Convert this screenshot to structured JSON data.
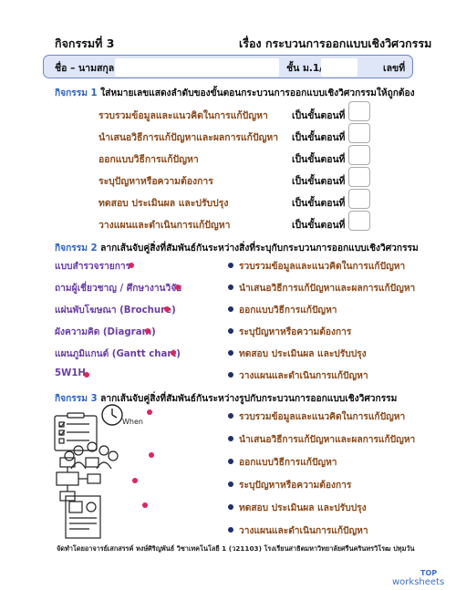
{
  "header": {
    "activity_no": "กิจกรรมที่ 3",
    "title": "เรื่อง กระบวนการออกแบบเชิงวิศวกรรม"
  },
  "name_bar": {
    "name_label": "ชื่อ – นามสกุล",
    "class_label": "ชั้น ม.1/",
    "number_label": "เลขที่"
  },
  "activity1": {
    "num": "กิจกรรม 1",
    "text": " ใส่หมายเลขแสดงลำดับของขั้นตอนกระบวนการออกแบบเชิงวิศวกรรมให้ถูกต้อง",
    "step_label": "เป็นขั้นตอนที่",
    "items": [
      "รวบรวมข้อมูลและแนวคิดในการแก้ปัญหา",
      "นำเสนอวิธีการแก้ปัญหาและผลการแก้ปัญหา",
      "ออกแบบวิธีการแก้ปัญหา",
      "ระบุปัญหาหรือความต้องการ",
      "ทดสอบ ประเมินผล และปรับปรุง",
      "วางแผนและดำเนินการแก้ปัญหา"
    ]
  },
  "activity2": {
    "num": "กิจกรรม 2",
    "text": " ลากเส้นจับคู่สิ่งที่สัมพันธ์กันระหว่างสิ่งที่ระบุกับกระบวนการออกแบบเชิงวิศวกรรม",
    "left": [
      "แบบสำรวจรายการ",
      "ถามผู้เชี่ยวชาญ / ศึกษางานวิจัย",
      "แผ่นพับโฆษณา (Brochure)",
      "ผังความคิด (Diagram)",
      "แผนภูมิแกนต์ (Gantt chart)",
      "5W1H"
    ],
    "right": [
      "รวบรวมข้อมูลและแนวคิดในการแก้ปัญหา",
      "นำเสนอวิธีการแก้ปัญหาและผลการแก้ปัญหา",
      "ออกแบบวิธีการแก้ปัญหา",
      "ระบุปัญหาหรือความต้องการ",
      "ทดสอบ ประเมินผล และปรับปรุง",
      "วางแผนและดำเนินการแก้ปัญหา"
    ]
  },
  "activity3": {
    "num": "กิจกรรม 3",
    "text": " ลากเส้นจับคู่สิ่งที่สัมพันธ์กันระหว่างรูปกับกระบวนการออกแบบเชิงวิศวกรรม",
    "clock_text": "When",
    "right": [
      "รวบรวมข้อมูลและแนวคิดในการแก้ปัญหา",
      "นำเสนอวิธีการแก้ปัญหาและผลการแก้ปัญหา",
      "ออกแบบวิธีการแก้ปัญหา",
      "ระบุปัญหาหรือความต้องการ",
      "ทดสอบ ประเมินผล และปรับปรุง",
      "วางแผนและดำเนินการแก้ปัญหา"
    ]
  },
  "footer": "จัดทำโดยอาจารย์เสกสรรค์ หงษ์ศิริญพันธ์    วิชาเทคโนโลยี 1 (ว21103)    โรงเรียนสาธิตมหาวิทยาลัยศรีนครินทรวิโรฒ ปทุมวัน",
  "logo": {
    "line1": "TOP",
    "line2": "worksheets"
  },
  "colors": {
    "accent_blue": "#2d63c6",
    "step_brown": "#8a4a1c",
    "term_purple": "#6a3ea7",
    "dot_pink": "#e0245e",
    "dot_navy": "#1f2f6b"
  }
}
